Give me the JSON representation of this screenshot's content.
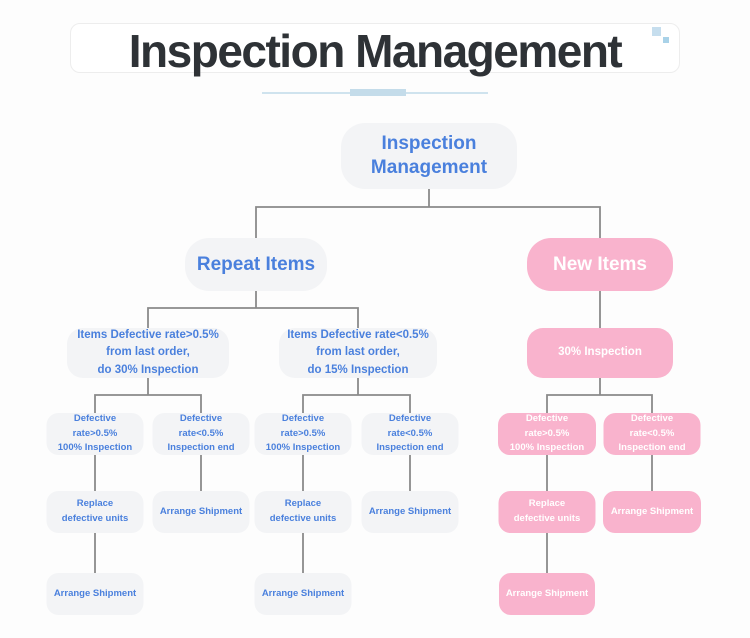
{
  "header": {
    "title": "Inspection Management"
  },
  "colors": {
    "accent_blue": "#4a80dd",
    "node_gray_bg": "#f3f4f6",
    "pink_bg": "#f9b3cd",
    "pink_text": "#ffffff",
    "connector_gray": "#8a8a8a",
    "title_text": "#2e3236",
    "underline_blue": "#c4dcea",
    "corner_square_big": "#c6deee",
    "corner_square_small": "#a9d2e8"
  },
  "icons": {
    "decor": "corner-squares-icon",
    "divider": "title-underline-decoration"
  },
  "diagram": {
    "nodes": [
      {
        "id": "root",
        "label": "Inspection Management",
        "variant": "gray",
        "parent": null
      },
      {
        "id": "repeat-items",
        "label": "Repeat Items",
        "variant": "gray",
        "parent": "root"
      },
      {
        "id": "new-items",
        "label": "New Items",
        "variant": "pink",
        "parent": "root"
      },
      {
        "id": "repeat-high-defect",
        "label": "Items Defective rate>0.5%\nfrom last order,\ndo 30% Inspection",
        "variant": "gray",
        "parent": "repeat-items"
      },
      {
        "id": "repeat-low-defect",
        "label": "Items Defective rate<0.5%\nfrom last order,\ndo 15% Inspection",
        "variant": "gray",
        "parent": "repeat-items"
      },
      {
        "id": "new-30-inspection",
        "label": "30% Inspection",
        "variant": "pink",
        "parent": "new-items"
      },
      {
        "id": "repeat1-high",
        "label": "Defective rate>0.5%\n100% Inspection",
        "variant": "gray",
        "parent": "repeat-high-defect"
      },
      {
        "id": "repeat1-low",
        "label": "Defective rate<0.5%\nInspection end",
        "variant": "gray",
        "parent": "repeat-high-defect"
      },
      {
        "id": "repeat2-high",
        "label": "Defective rate>0.5%\n100% Inspection",
        "variant": "gray",
        "parent": "repeat-low-defect"
      },
      {
        "id": "repeat2-low",
        "label": "Defective rate<0.5%\nInspection end",
        "variant": "gray",
        "parent": "repeat-low-defect"
      },
      {
        "id": "new1-high",
        "label": "Defective rate>0.5%\n100% Inspection",
        "variant": "pink",
        "parent": "new-30-inspection"
      },
      {
        "id": "new1-low",
        "label": "Defective rate<0.5%\nInspection end",
        "variant": "pink",
        "parent": "new-30-inspection"
      },
      {
        "id": "repeat1-replace",
        "label": "Replace\ndefective units",
        "variant": "gray",
        "parent": "repeat1-high"
      },
      {
        "id": "repeat1-ship",
        "label": "Arrange Shipment",
        "variant": "gray",
        "parent": "repeat1-low"
      },
      {
        "id": "repeat2-replace",
        "label": "Replace\ndefective units",
        "variant": "gray",
        "parent": "repeat2-high"
      },
      {
        "id": "repeat2-ship",
        "label": "Arrange Shipment",
        "variant": "gray",
        "parent": "repeat2-low"
      },
      {
        "id": "new1-replace",
        "label": "Replace\ndefective units",
        "variant": "pink",
        "parent": "new1-high"
      },
      {
        "id": "new1-ship",
        "label": "Arrange Shipment",
        "variant": "pink",
        "parent": "new1-low"
      },
      {
        "id": "repeat1-final-ship",
        "label": "Arrange Shipment",
        "variant": "gray",
        "parent": "repeat1-replace"
      },
      {
        "id": "repeat2-final-ship",
        "label": "Arrange Shipment",
        "variant": "gray",
        "parent": "repeat2-replace"
      },
      {
        "id": "new1-final-ship",
        "label": "Arrange Shipment",
        "variant": "pink",
        "parent": "new1-replace"
      }
    ]
  }
}
